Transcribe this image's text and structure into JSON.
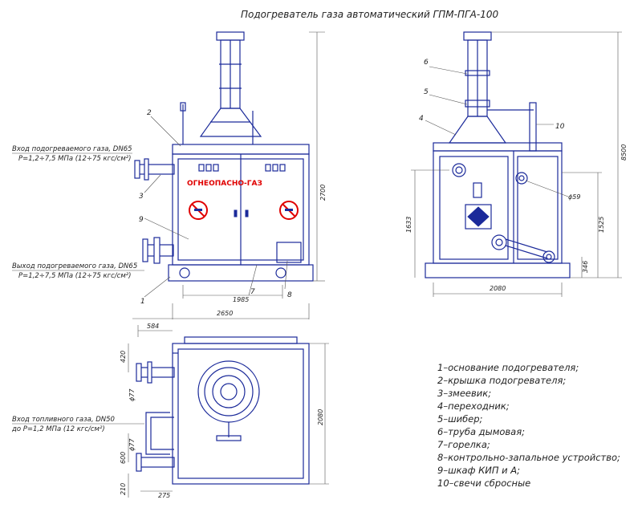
{
  "title": "Подогреватель газа автоматический ГПМ-ПГА-100",
  "callouts": {
    "inlet_heated": [
      "Вход подогреваемого газа, DN65",
      "P=1,2÷7,5 МПа (12÷75 кгс/см²)"
    ],
    "outlet_heated": [
      "Выход подогреваемого газа, DN65",
      "P=1,2÷7,5 МПа (12÷75 кгс/см²)"
    ],
    "fuel_inlet": [
      "Вход топливного газа, DN50",
      "до P=1,2 МПа (12 кгс/см²)"
    ]
  },
  "warning_sign": "ОГНЕОПАСНО-ГАЗ",
  "dimensions": {
    "front_height": "2700",
    "front_base": "1985",
    "top_width": "2650",
    "top_offset": "584",
    "top_420": "420",
    "top_phi77_a": "ϕ77",
    "top_phi77_b": "ϕ77",
    "top_600": "600",
    "top_210": "210",
    "top_275": "275",
    "top_depth": "2080",
    "side_width": "2080",
    "side_total_height": "8500",
    "side_1633": "1633",
    "side_1525": "1525",
    "side_346": "346",
    "side_phi59": "ϕ59"
  },
  "item_numbers": {
    "n1": "1",
    "n2": "2",
    "n3": "3",
    "n4": "4",
    "n5": "5",
    "n6": "6",
    "n7": "7",
    "n8": "8",
    "n9": "9",
    "n10": "10"
  },
  "legend": [
    "1–основание подогревателя;",
    "2–крышка подогревателя;",
    "3–змеевик;",
    "4–переходник;",
    "5–шибер;",
    "6–труба дымовая;",
    "7–горелка;",
    "8–контрольно-запальное устройство;",
    "9–шкаф КИП и А;",
    "10–свечи сбросные"
  ],
  "colors": {
    "outline": "#1b2a9a",
    "warning": "#e00000",
    "dimension": "#555555"
  },
  "icons": [
    "no-smoking-sign-icon",
    "no-smoking-sign-icon"
  ]
}
